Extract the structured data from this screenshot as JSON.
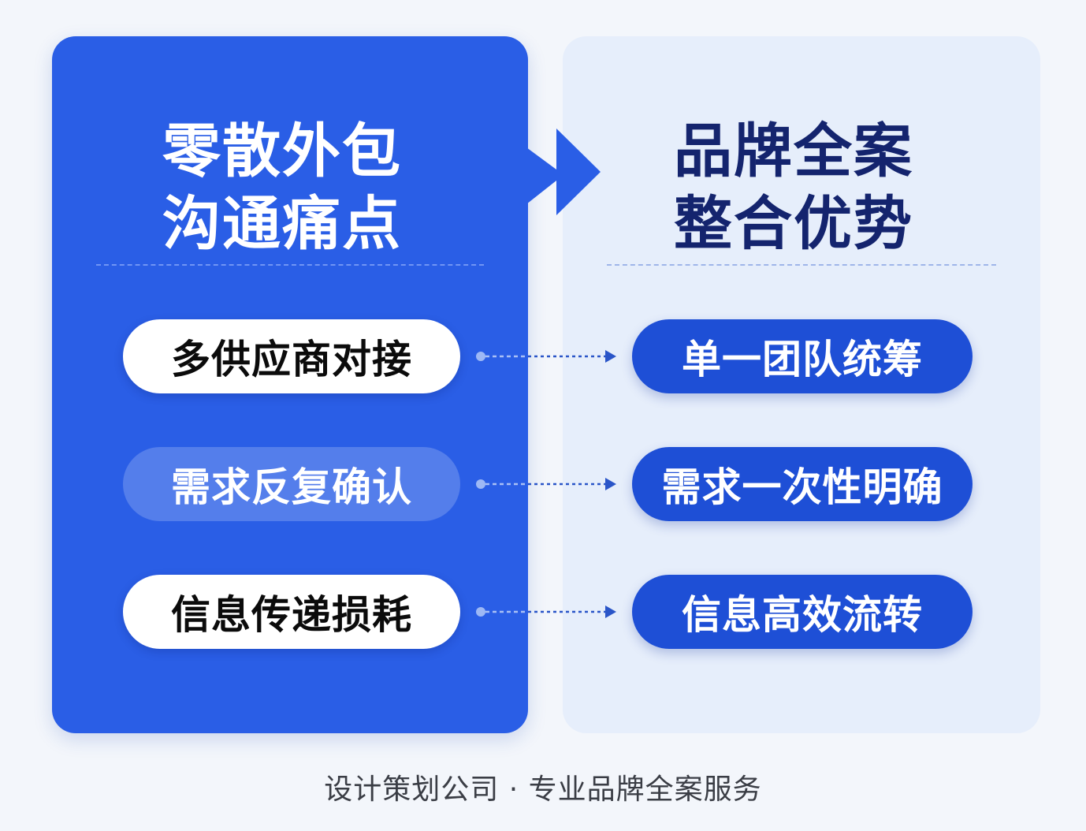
{
  "left_panel": {
    "title_lines": [
      "零散外包",
      "沟通痛点"
    ],
    "items": [
      {
        "label": "多供应商对接",
        "style": "white"
      },
      {
        "label": "需求反复确认",
        "style": "faded"
      },
      {
        "label": "信息传递损耗",
        "style": "white"
      }
    ]
  },
  "right_panel": {
    "title_lines": [
      "品牌全案",
      "整合优势"
    ],
    "items": [
      {
        "label": "单一团队统筹"
      },
      {
        "label": "需求一次性明确"
      },
      {
        "label": "信息高效流转"
      }
    ]
  },
  "center_arrow": {
    "icon": "chevron-arrow-right-icon"
  },
  "connector": {
    "icon": "dotted-arrow-right-icon"
  },
  "footer": {
    "company": "设计策划公司",
    "separator": "·",
    "tagline": "专业品牌全案服务"
  },
  "colors": {
    "primary_blue": "#2a5ee6",
    "pill_blue": "#1e4fd6",
    "dark_navy": "#14246e",
    "light_panel": "#e6eefb",
    "background": "#f3f6fb"
  }
}
